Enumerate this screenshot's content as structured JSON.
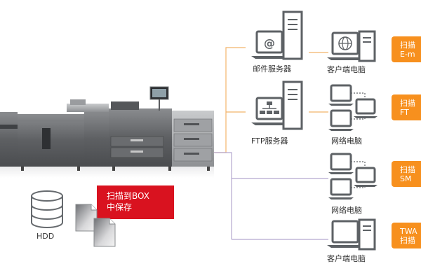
{
  "hdd_label": "HDD",
  "box_callout": {
    "line1": "扫描到BOX",
    "line2": "中保存"
  },
  "servers": [
    {
      "label": "邮件服务器"
    },
    {
      "label": "FTP服务器"
    }
  ],
  "clients": [
    {
      "label": "客户端电脑"
    },
    {
      "label": "网络电脑"
    },
    {
      "label": "网络电脑"
    },
    {
      "label": "客户端电脑"
    }
  ],
  "badges": [
    {
      "line1": "扫描",
      "line2": "E-m"
    },
    {
      "line1": "扫描",
      "line2": "FT"
    },
    {
      "line1": "扫描",
      "line2": "SM"
    },
    {
      "line1": "TWA",
      "line2": "扫描"
    }
  ],
  "colors": {
    "accent": "#f7901e",
    "callout": "#d9121f",
    "connector_orange": "#f2b36b",
    "connector_purple": "#b3a6cf"
  },
  "icons": [
    "hdd-icon",
    "document-icon",
    "mail-server-icon",
    "ftp-server-icon",
    "globe-pc-icon",
    "network-pc-icon",
    "pc-icon",
    "printer-machine"
  ]
}
